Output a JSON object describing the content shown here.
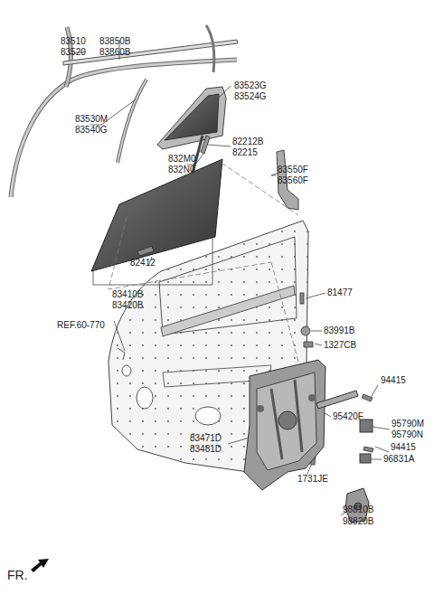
{
  "diagram": {
    "labels": [
      "83510",
      "83520",
      "83850B",
      "83860B",
      "83523G",
      "83524G",
      "83530M",
      "83540G",
      "82212B",
      "82215",
      "832M0",
      "832N0",
      "83550F",
      "83560F",
      "82412",
      "83410B",
      "83420B",
      "81477",
      "REF.60-770",
      "83991B",
      "1327CB",
      "94415",
      "95420F",
      "95790M",
      "95790N",
      "83471D",
      "83481D",
      "94415",
      "96831A",
      "1731JE",
      "98810B",
      "98820B",
      "FR."
    ]
  }
}
